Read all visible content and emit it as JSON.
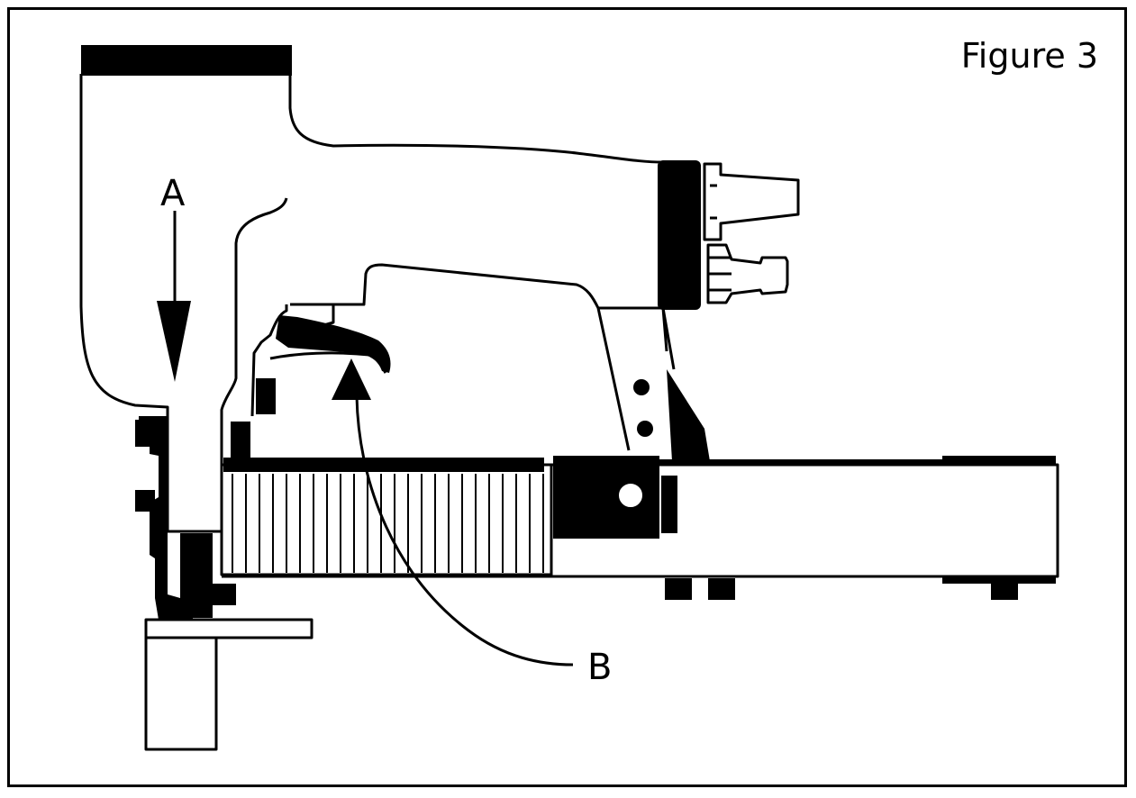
{
  "figure": {
    "title": "Figure 3",
    "callouts": {
      "a": "A",
      "b": "B"
    },
    "colors": {
      "ink": "#000000",
      "paper": "#ffffff"
    },
    "subject": "pneumatic-stapler-side-view"
  }
}
